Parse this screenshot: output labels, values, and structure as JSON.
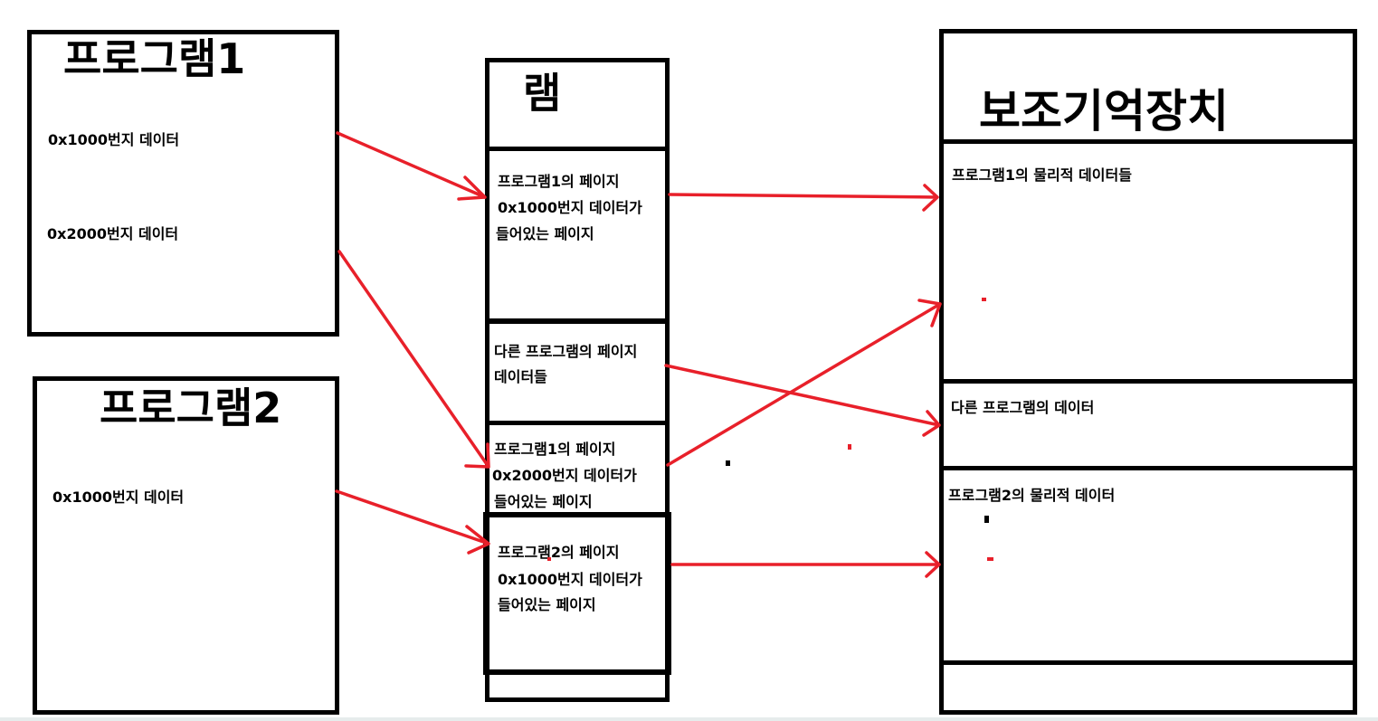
{
  "program1": {
    "title": "프로그램1",
    "items": [
      "0x1000번지 데이터",
      "0x2000번지 데이터"
    ]
  },
  "program2": {
    "title": "프로그램2",
    "items": [
      "0x1000번지 데이터"
    ]
  },
  "ram": {
    "title": "램",
    "pages": [
      {
        "line1": "프로그램1의 페이지",
        "line2": "0x1000번지 데이터가",
        "line3": "들어있는 페이지"
      },
      {
        "line1": "다른 프로그램의 페이지",
        "line2": "데이터들"
      },
      {
        "line1": "프로그램1의 페이지",
        "line2": "0x2000번지 데이터가",
        "line3": "들어있는 페이지"
      },
      {
        "line1": "프로그램2의 페이지",
        "line2": "0x1000번지 데이터가",
        "line3": "들어있는 페이지"
      }
    ]
  },
  "storage": {
    "title": "보조기억장치",
    "sections": [
      "프로그램1의 물리적 데이터들",
      "다른 프로그램의 데이터",
      "프로그램2의 물리적 데이터"
    ]
  },
  "colors": {
    "arrow": "#e8202a",
    "border": "#000000"
  }
}
